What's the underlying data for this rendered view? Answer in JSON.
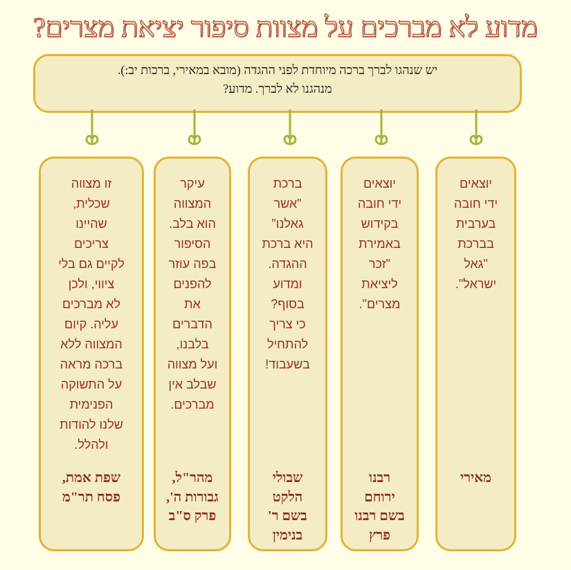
{
  "title": "מדוע לא מברכים על מצוות סיפור יציאת מצרים?",
  "intro": {
    "line1": "יש שנהגו לברך ברכה מיוחדת לפני ההגדה (מובא במאירי, ברכות יב:).",
    "line2": "מנהגנו לא לברך. מדוע?"
  },
  "columns": [
    {
      "text": "יוצאים\nידי חובה\nבערבית\nבברכת\n\"גאל\nישראל\".",
      "source": "מאירי"
    },
    {
      "text": "יוצאים\nידי חובה\nבקידוש\nבאמירת\n\"זכר\nליציאת\nמצרים\".",
      "source": "רבנו\nירוחם\nבשם רבנו\nפרץ"
    },
    {
      "text": "ברכת\n\"אשר\nגאלנו\"\nהיא ברכת\nההגדה.\nומדוע\nבסוף?\nכי צריך\nלהתחיל\nבשעבוד!",
      "source": "שבולי\nהלקט\nבשם ר'\nבנימין"
    },
    {
      "text": "עיקר\nהמצווה\nהוא בלב.\nהסיפור\nבפה עוזר\nלהפנים\nאת\nהדברים\nבלבנו,\nועל מצווה\nשבלב אין\nמברכים.",
      "source": "מהר\"ל,\nגבורות ה',\nפרק ס\"ב"
    },
    {
      "text": "זו מצווה\nשכלית,\nשהיינו\nצריכים\nלקיים גם בלי\nציווי, ולכן\nלא מברכים\nעליה. קיום\nהמצווה ללא\nברכה מראה\nעל התשוקה\nהפנימית\nשלנו להודות\nולהלל.",
      "source": "שפת אמת,\nפסח תר\"מ"
    }
  ],
  "colors": {
    "border": "#e3b338",
    "box": "#f3ecc4",
    "text": "#9b2c2c",
    "connector": "#a8b23a",
    "background": "#fffde6"
  }
}
